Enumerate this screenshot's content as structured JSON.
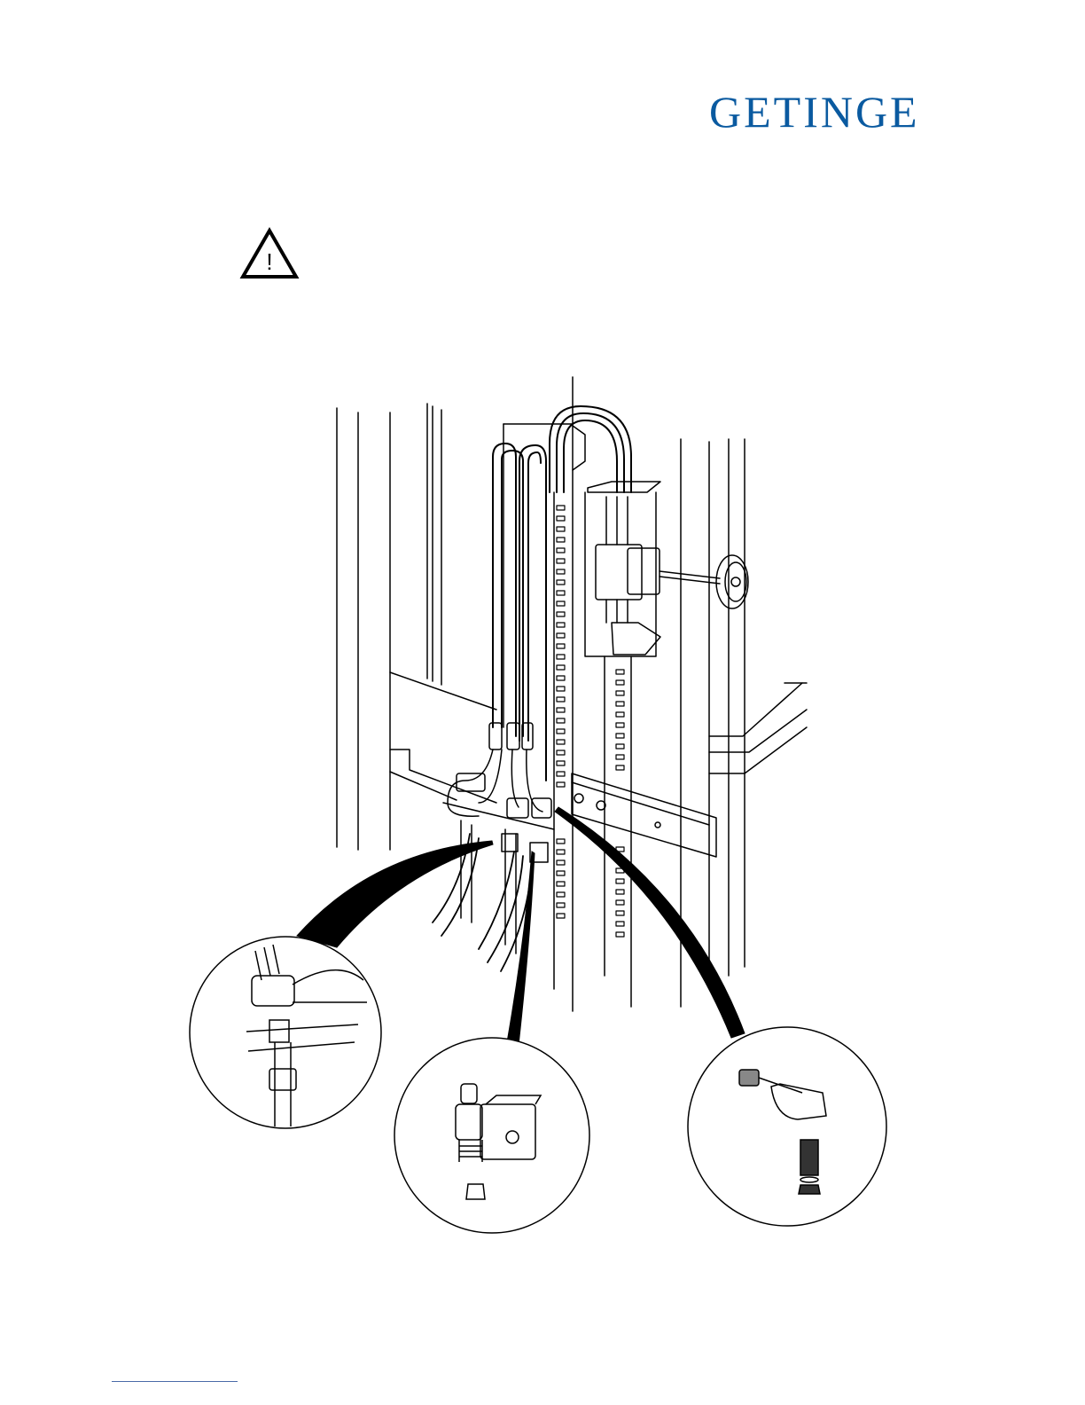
{
  "header": {
    "brand": "GETINGE",
    "brand_color": "#0a5aa0"
  },
  "warning": {
    "icon": "warning-triangle-icon",
    "symbol": "!"
  },
  "illustration": {
    "subject": "installation-drawing",
    "details": [
      "hose-connection-detail",
      "solenoid-valve-detail",
      "strainer-detail"
    ]
  }
}
